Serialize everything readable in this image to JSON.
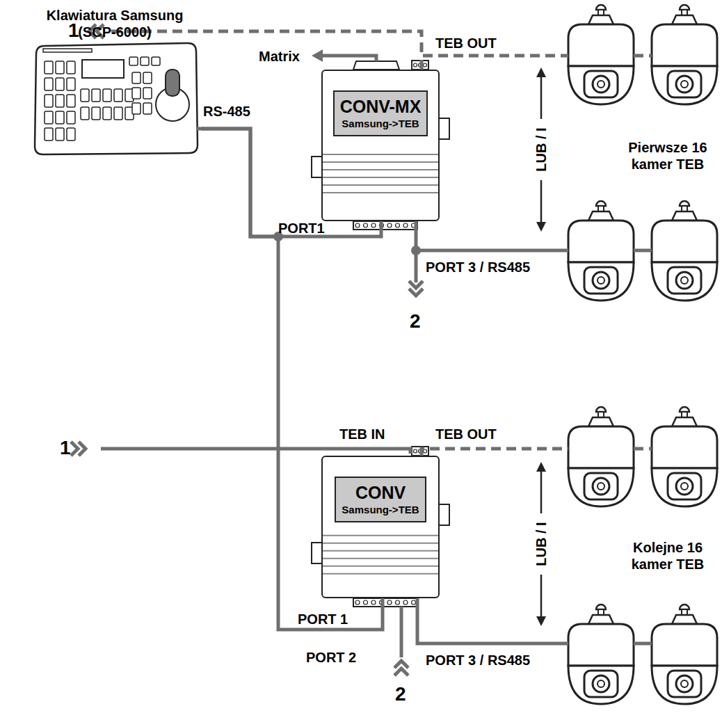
{
  "diagram": {
    "nodes": [
      {
        "text": [
          "Klawiatura Samsung (SCP-6000)"
        ]
      },
      {
        "text": [
          "CONV-MX",
          "Samsung->TEB"
        ]
      },
      {
        "text": [
          "Pierwsze 16 kamer TEB"
        ]
      },
      {
        "text": [
          "CONV",
          "Samsung->TEB"
        ]
      },
      {
        "text": [
          "Kolejne 16 kamer TEB"
        ]
      }
    ],
    "edges": [
      {
        "from": 0,
        "to": 1,
        "arrow": "none",
        "label": "PORT1"
      },
      {
        "from": 0,
        "to": 3,
        "arrow": "none",
        "label": "PORT 1"
      },
      {
        "from": 1,
        "to": 2,
        "arrow": "none",
        "label": "TEB OUT"
      },
      {
        "from": 1,
        "to": 2,
        "arrow": "none",
        "label": "PORT 3 / RS485"
      },
      {
        "from": 3,
        "to": 4,
        "arrow": "none",
        "label": "TEB OUT"
      },
      {
        "from": 3,
        "to": 4,
        "arrow": "none",
        "label": "PORT 3 / RS485"
      }
    ],
    "labels": [
      "RS-485",
      "Matrix",
      "1",
      "LUB / I",
      "2",
      "1",
      "TEB IN",
      "LUB / I",
      "PORT 2",
      "2"
    ]
  }
}
